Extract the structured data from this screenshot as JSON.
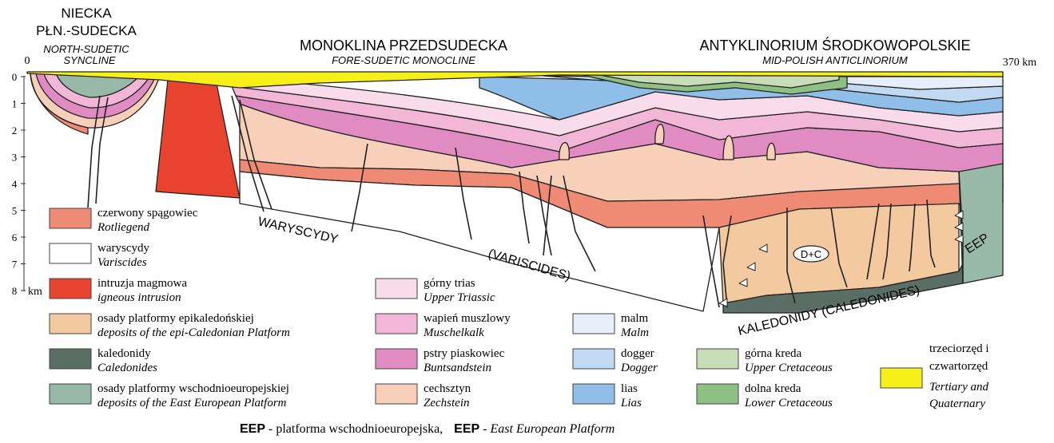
{
  "regions": {
    "north_sudetic": {
      "pl_line1": "NIECKA",
      "pl_line2": "PŁN.-SUDECKA",
      "en_line1": "NORTH-SUDETIC",
      "en_line2": "SYNCLINE"
    },
    "fore_sudetic": {
      "pl": "MONOKLINA  PRZEDSUDECKA",
      "en": "FORE-SUDETIC MONOCLINE"
    },
    "mid_polish": {
      "pl": "ANTYKLINORIUM ŚRODKOWOPOLSKIE",
      "en": "MID-POLISH  ANTICLINORIUM"
    }
  },
  "distance_axis": {
    "start": "0",
    "end": "370 km"
  },
  "depth_axis": {
    "ticks": [
      "0",
      "1",
      "2",
      "3",
      "4",
      "5",
      "6",
      "7",
      "8"
    ],
    "unit": "km"
  },
  "section_labels": {
    "waryscydy": "WARYSCYDY",
    "variscides": "(VARISCIDES)",
    "kaledonidy": "KALEDONIDY (CALEDONIDES)",
    "eep": "EEP",
    "dc": "D+C"
  },
  "legend": {
    "col1": [
      {
        "pl": "czerwony spągowiec",
        "en": "Rotliegend",
        "color": "#ef8a74"
      },
      {
        "pl": "waryscydy",
        "en": "Variscides",
        "color": "#ffffff"
      },
      {
        "pl": "intruzja magmowa",
        "en": "igneous intrusion",
        "color": "#e8432e"
      },
      {
        "pl": "osady platformy epikaledońskiej",
        "en": "deposits of the epi-Caledonian Platform",
        "color": "#f3c9a0"
      },
      {
        "pl": "kaledonidy",
        "en": "Caledonides",
        "color": "#5b6e66"
      },
      {
        "pl": "osady platformy wschodnioeuropejskiej",
        "en": "deposits of the East European Platform",
        "color": "#98b9a8"
      }
    ],
    "col2": [
      {
        "pl": "górny trias",
        "en": "Upper Triassic",
        "color": "#f8dcec"
      },
      {
        "pl": "wapień muszlowy",
        "en": "Muschelkalk",
        "color": "#f2b6d6"
      },
      {
        "pl": "pstry piaskowiec",
        "en": "Buntsandstein",
        "color": "#e08cc2"
      },
      {
        "pl": "cechsztyn",
        "en": "Zechstein",
        "color": "#f8cfb8"
      }
    ],
    "col3": [
      {
        "pl": "malm",
        "en": "Malm",
        "color": "#e6eef9"
      },
      {
        "pl": "dogger",
        "en": "Dogger",
        "color": "#c2d9f2"
      },
      {
        "pl": "lias",
        "en": "Lias",
        "color": "#8fbee8"
      }
    ],
    "col4": [
      {
        "pl": "górna kreda",
        "en": "Upper Cretaceous",
        "color": "#c9dcb8"
      },
      {
        "pl": "dolna kreda",
        "en": "Lower Cretaceous",
        "color": "#8ec083"
      }
    ],
    "col5": [
      {
        "pl_line1": "trzeciorzęd i",
        "pl_line2": "czwartorzęd",
        "en_line1": "Tertiary and",
        "en_line2": "Quaternary",
        "color": "#f7f018"
      }
    ]
  },
  "footnote": {
    "abbr1": "EEP",
    "pl": " - platforma wschodnioeuropejska,",
    "abbr2": "EEP",
    "en": " - East European Platform"
  }
}
